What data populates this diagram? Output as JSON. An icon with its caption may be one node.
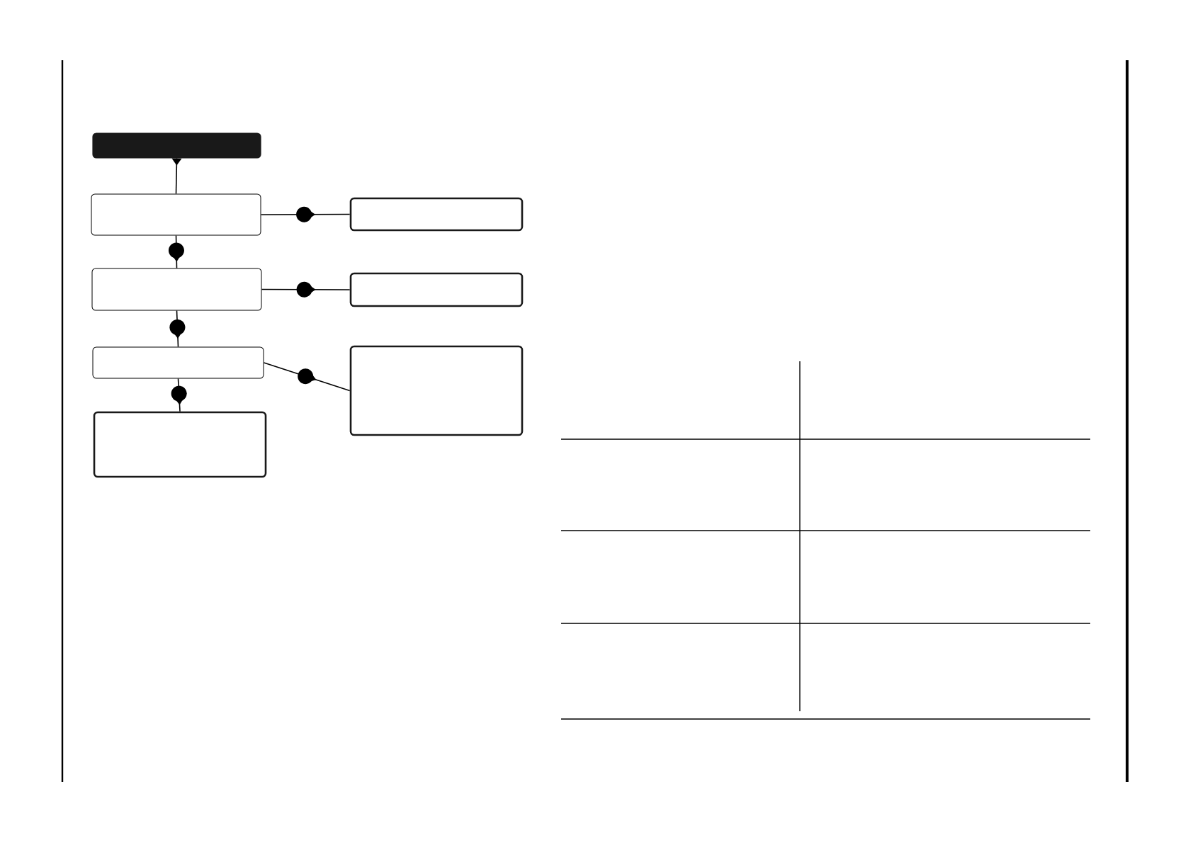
{
  "diagram": {
    "nodes": [
      {
        "text": [],
        "shape": "box"
      },
      {
        "text": [],
        "shape": "box"
      },
      {
        "text": [],
        "shape": "box"
      },
      {
        "text": [],
        "shape": "box"
      },
      {
        "text": [],
        "shape": "box"
      },
      {
        "text": [],
        "shape": "box"
      },
      {
        "text": [],
        "shape": "box"
      },
      {
        "text": [],
        "shape": "box"
      }
    ],
    "edges": [
      {
        "from": 0,
        "to": 1,
        "arrow": "to"
      },
      {
        "from": 1,
        "to": 2,
        "arrow": "to"
      },
      {
        "from": 1,
        "to": 3,
        "arrow": "to"
      },
      {
        "from": 3,
        "to": 4,
        "arrow": "to"
      },
      {
        "from": 3,
        "to": 5,
        "arrow": "to"
      },
      {
        "from": 5,
        "to": 6,
        "arrow": "to"
      },
      {
        "from": 5,
        "to": 7,
        "arrow": "to"
      }
    ]
  }
}
